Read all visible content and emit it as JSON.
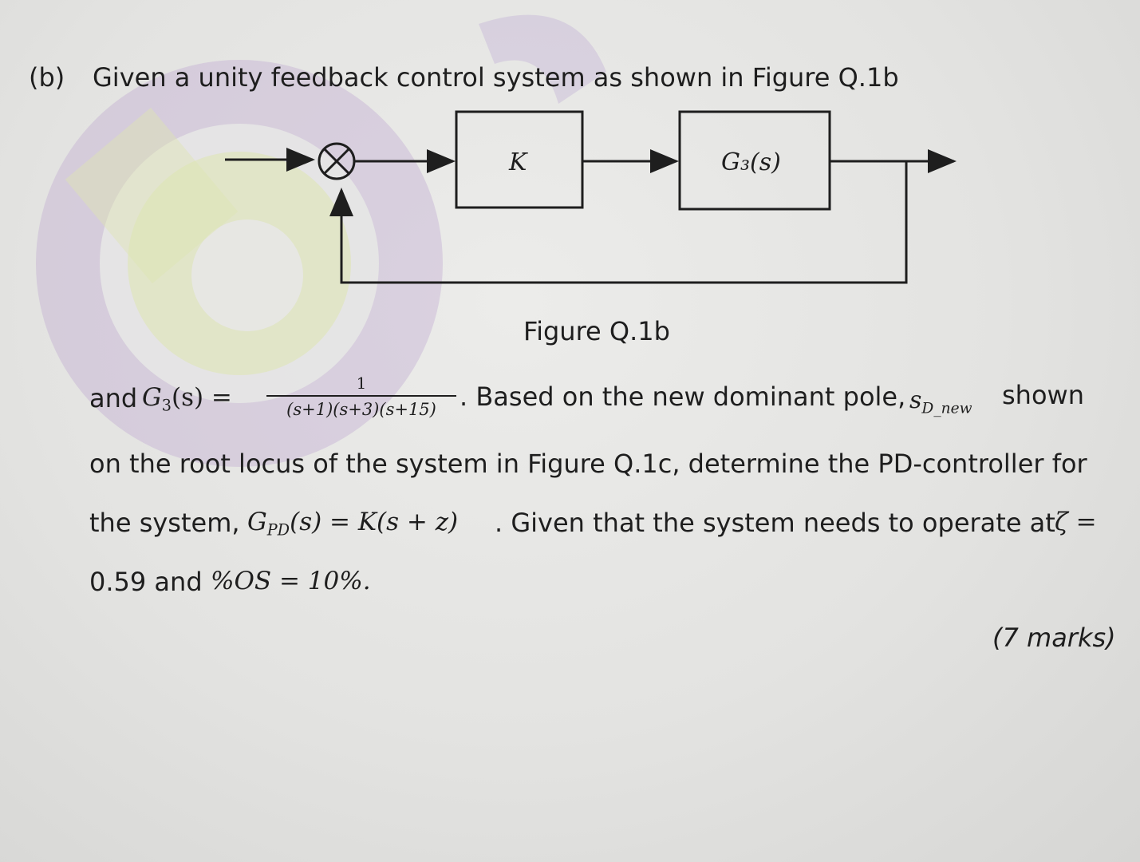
{
  "question": {
    "part": "(b)",
    "intro": "Given a unity feedback control system as shown in Figure Q.1b"
  },
  "figure": {
    "controller_block": "K",
    "plant_block": "G₃(s)",
    "caption": "Figure Q.1b"
  },
  "body": {
    "and_text": "and",
    "g3_symbol": "G",
    "g3_sub": "3",
    "g3_arg": "(s) =",
    "frac_num": "1",
    "frac_den": "(s+1)(s+3)(s+15)",
    "after_frac": ". Based on the new dominant pole,",
    "pole_symbol": "s",
    "pole_sub": "D_new",
    "shown": "shown",
    "line2": "on the root locus of the system in Figure Q.1c, determine the PD-controller for",
    "line3_a": "the system,",
    "gpd_symbol": "G",
    "gpd_sub": "PD",
    "gpd_expr": "(s) = K(s + z)",
    "line3_b": ". Given that the system needs to operate at",
    "zeta_eq": "ζ =",
    "line4_a": "0.59 and",
    "os_expr": "%OS = 10%.",
    "marks": "(7 marks)"
  },
  "colors": {
    "ink": "#1e1e1e",
    "watermark_purple": "#a98cc4",
    "watermark_green": "#d8e0a8"
  }
}
